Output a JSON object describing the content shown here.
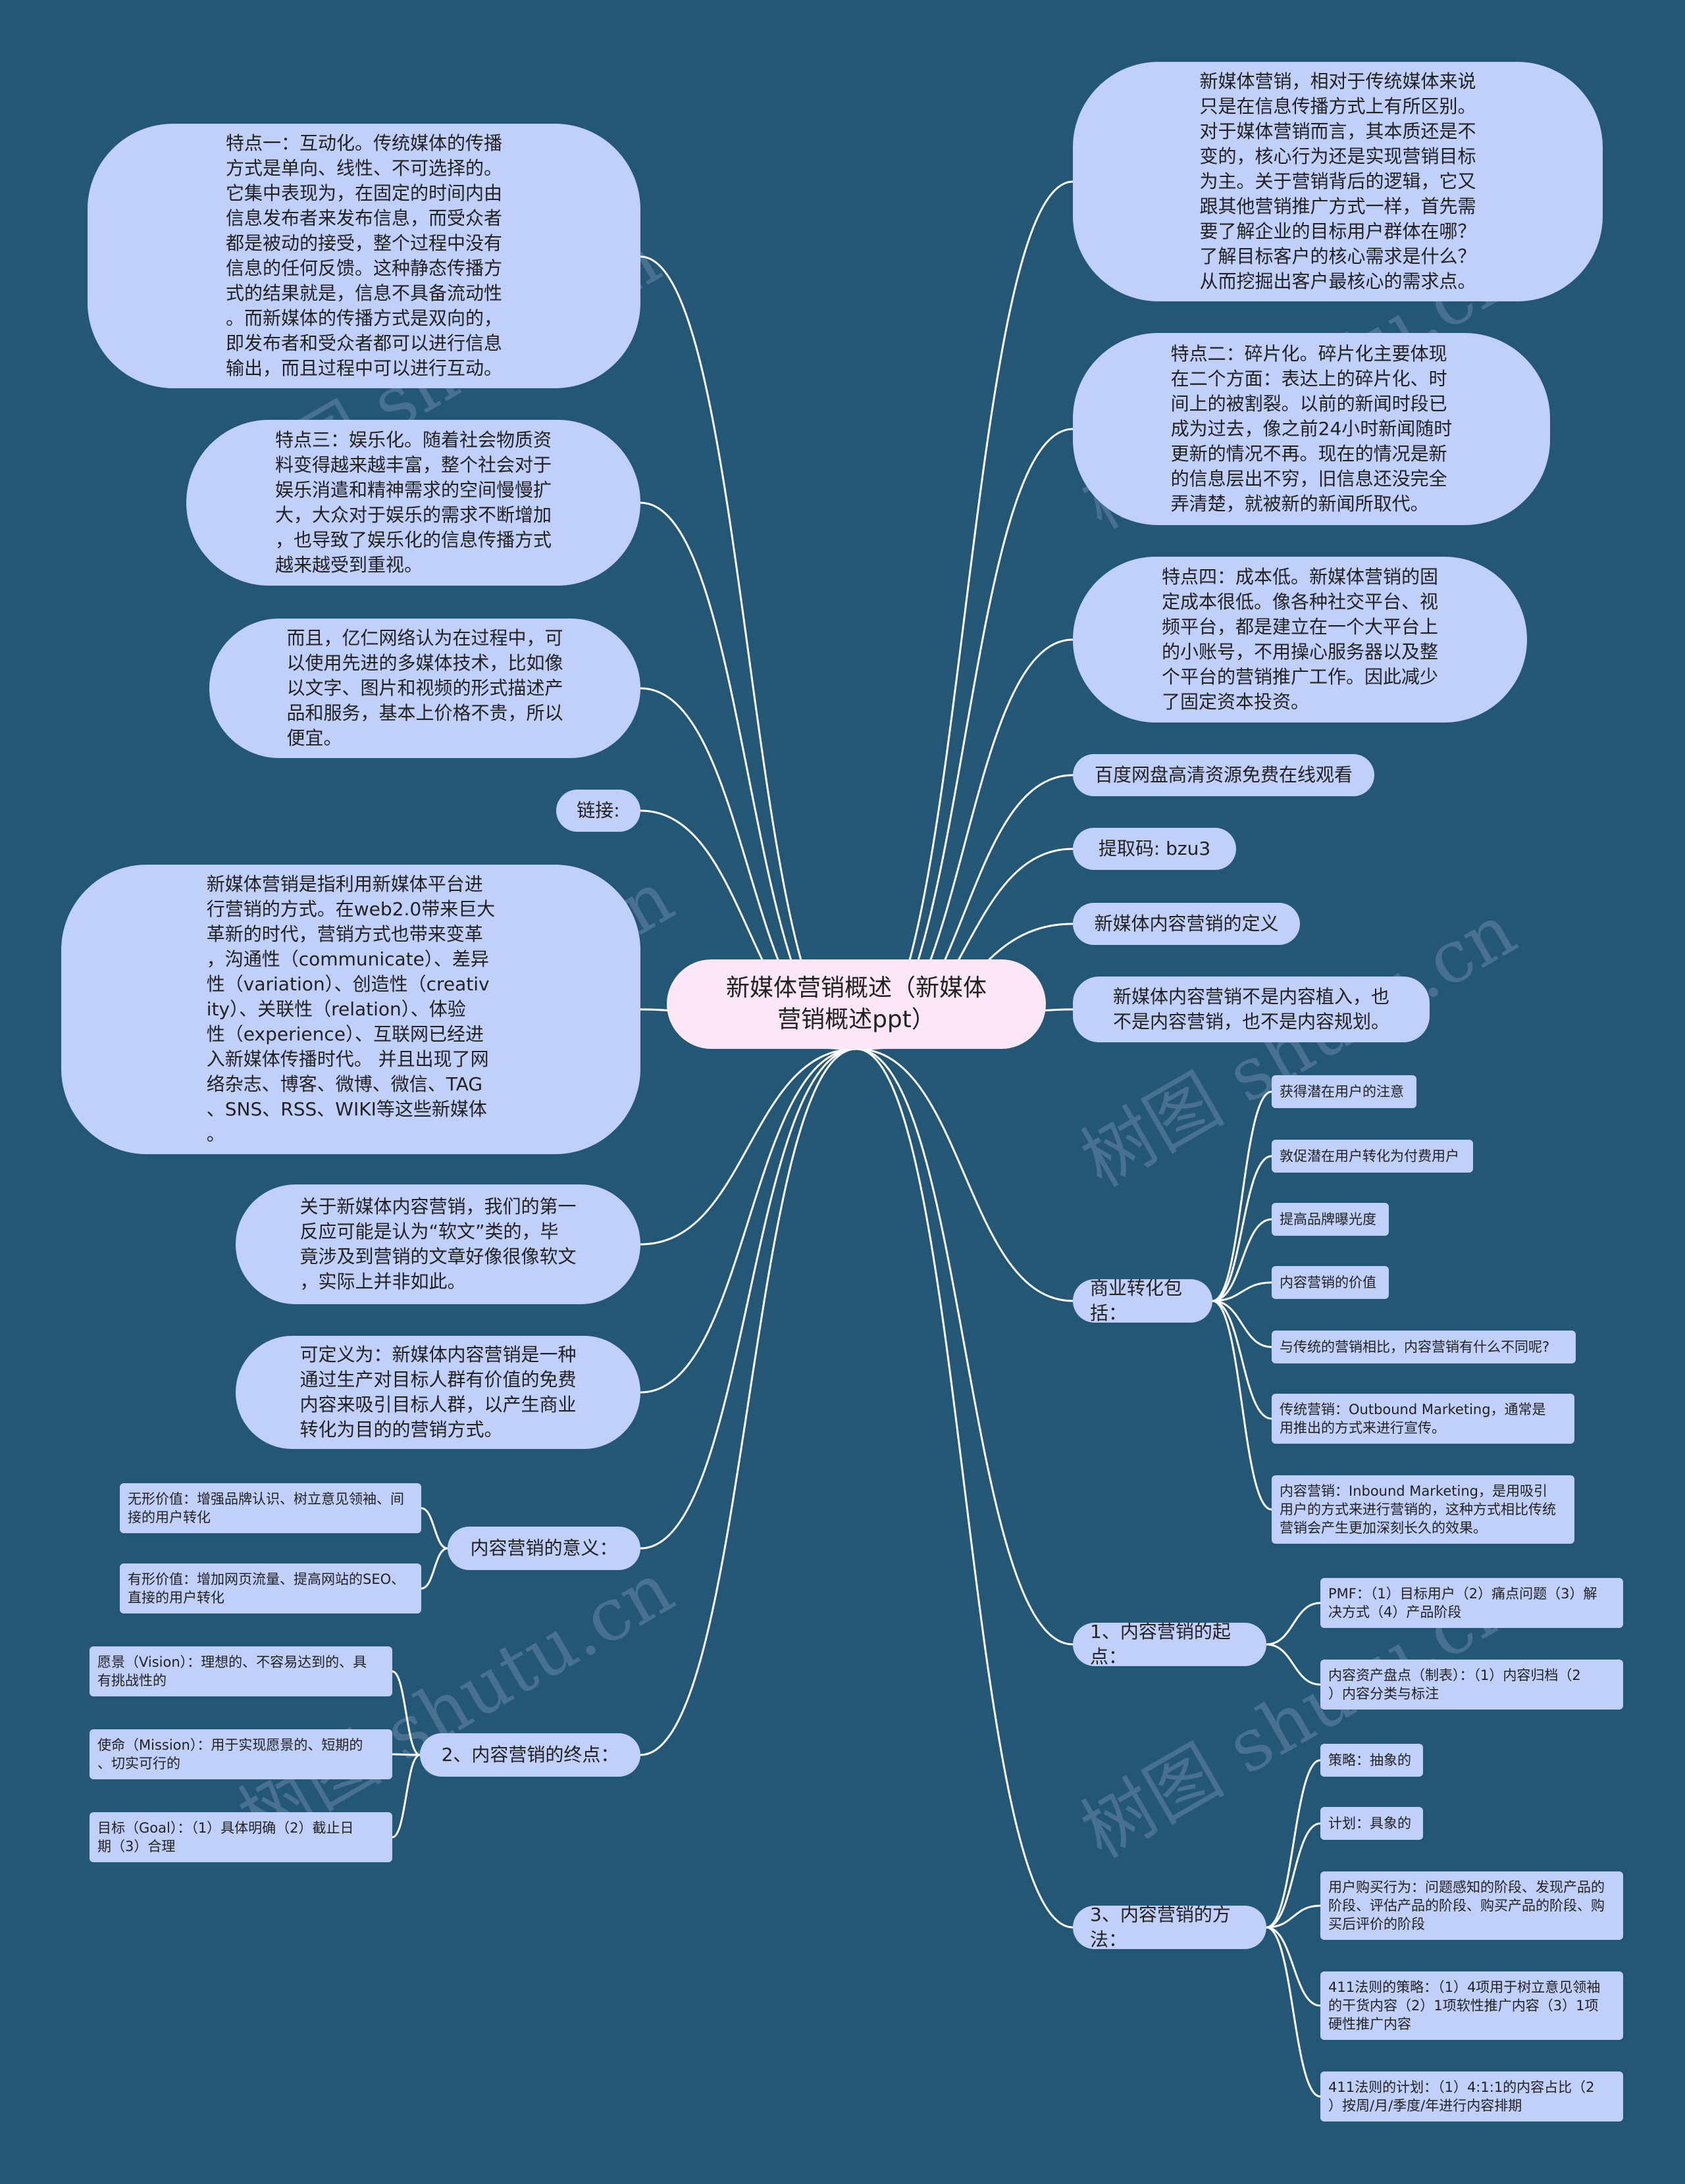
{
  "root": "新媒体营销概述（新媒体\n营销概述ppt）",
  "left": {
    "f1": "特点一：互动化。传统媒体的传播\n方式是单向、线性、不可选择的。\n它集中表现为，在固定的时间内由\n信息发布者来发布信息，而受众者\n都是被动的接受，整个过程中没有\n信息的任何反馈。这种静态传播方\n式的结果就是，信息不具备流动性\n。而新媒体的传播方式是双向的，\n即发布者和受众者都可以进行信息\n输出，而且过程中可以进行互动。",
    "f3": "特点三：娱乐化。随着社会物质资\n料变得越来越丰富，整个社会对于\n娱乐消遣和精神需求的空间慢慢扩\n大，大众对于娱乐的需求不断增加\n，也导致了娱乐化的信息传播方式\n越来越受到重视。",
    "yiren": "而且，亿仁网络认为在过程中，可\n以使用先进的多媒体技术，比如像\n以文字、图片和视频的形式描述产\n品和服务，基本上价格不贵，所以\n便宜。",
    "link": "链接:",
    "def": "新媒体营销是指利用新媒体平台进\n行营销的方式。在web2.0带来巨大\n革新的时代，营销方式也带来变革\n，沟通性（communicate）、差异\n性（variation）、创造性（creativ\nity）、关联性（relation）、体验\n性（experience）、互联网已经进\n入新媒体传播时代。 并且出现了网\n络杂志、博客、微博、微信、TAG\n、SNS、RSS、WIKI等这些新媒体\n。",
    "soft": "关于新媒体内容营销，我们的第一\n反应可能是认为“软文”类的，毕\n竟涉及到营销的文章好像很像软文\n，实际上并非如此。",
    "define2": "可定义为：新媒体内容营销是一种\n通过生产对目标人群有价值的免费\n内容来吸引目标人群，以产生商业\n转化为目的的营销方式。",
    "meaning": {
      "label": "内容营销的意义：",
      "items": [
        "无形价值：增强品牌认识、树立意见领袖、间\n接的用户转化",
        "有形价值：增加网页流量、提高网站的SEO、\n直接的用户转化"
      ]
    },
    "end": {
      "label": "2、内容营销的终点：",
      "items": [
        "愿景（Vision）：理想的、不容易达到的、具\n有挑战性的",
        "使命（Mission）：用于实现愿景的、短期的\n、切实可行的",
        "目标（Goal）：（1）具体明确（2）截止日\n期（3）合理"
      ]
    }
  },
  "right": {
    "intro": "新媒体营销，相对于传统媒体来说\n只是在信息传播方式上有所区别。\n对于媒体营销而言，其本质还是不\n变的，核心行为还是实现营销目标\n为主。关于营销背后的逻辑，它又\n跟其他营销推广方式一样，首先需\n要了解企业的目标用户群体在哪？\n了解目标客户的核心需求是什么？\n从而挖掘出客户最核心的需求点。",
    "f2": "特点二：碎片化。碎片化主要体现\n在二个方面：表达上的碎片化、时\n间上的被割裂。以前的新闻时段已\n成为过去，像之前24小时新闻随时\n更新的情况不再。现在的情况是新\n的信息层出不穷，旧信息还没完全\n弄清楚，就被新的新闻所取代。",
    "f4": "特点四：成本低。新媒体营销的固\n定成本很低。像各种社交平台、视\n频平台，都是建立在一个大平台上\n的小账号，不用操心服务器以及整\n个平台的营销推广工作。因此减少\n了固定资本投资。",
    "baidu": "百度网盘高清资源免费在线观看",
    "code": "提取码: bzu3",
    "contentdef": "新媒体内容营销的定义",
    "notads": "新媒体内容营销不是内容植入，也\n不是内容营销，也不是内容规划。",
    "commerce": {
      "label": "商业转化包括：",
      "items": [
        "获得潜在用户的注意",
        "敦促潜在用户转化为付费用户",
        "提高品牌曝光度",
        "内容营销的价值",
        "与传统的营销相比，内容营销有什么不同呢?",
        "传统营销：Outbound Marketing，通常是\n用推出的方式来进行宣传。",
        "内容营销：Inbound Marketing，是用吸引\n用户的方式来进行营销的，这种方式相比传统\n营销会产生更加深刻长久的效果。"
      ]
    },
    "start": {
      "label": "1、内容营销的起点：",
      "items": [
        "PMF：（1）目标用户（2）痛点问题（3）解\n决方式（4）产品阶段",
        "内容资产盘点（制表）：（1）内容归档（2\n）内容分类与标注"
      ]
    },
    "method": {
      "label": "3、内容营销的方法：",
      "items": [
        "策略：抽象的",
        "计划：具象的",
        "用户购买行为：问题感知的阶段、发现产品的\n阶段、评估产品的阶段、购买产品的阶段、购\n买后评价的阶段",
        "411法则的策略：（1）4项用于树立意见领袖\n的干货内容（2）1项软性推广内容（3）1项\n硬性推广内容",
        "411法则的计划：（1）4:1:1的内容占比（2\n）按周/月/季度/年进行内容排期"
      ]
    }
  },
  "watermark": [
    "树图 shutu.cn"
  ],
  "colors": {
    "background": "#245676",
    "node": "#c1d0fb",
    "root": "#fde6f6",
    "line": "#ffffff"
  }
}
